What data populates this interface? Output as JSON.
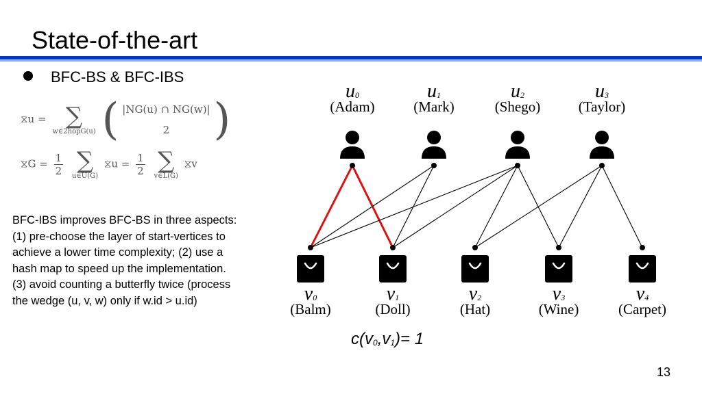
{
  "slide": {
    "title": "State-of-the-art",
    "bullet": "BFC-BS & BFC-IBS",
    "page_number": "13"
  },
  "colors": {
    "accent_rule": "#0033cc",
    "highlight_edge": "#dd1111"
  },
  "formulas": {
    "f1_lhs": "⧖u =",
    "f1_sum_sub": "w∈2hopG(u)",
    "f1_binom_top": "|NG(u) ∩ NG(w)|",
    "f1_binom_bottom": "2",
    "f2_lhs": "⧖G =",
    "f2_frac_num": "1",
    "f2_frac_den": "2",
    "f2_sum1_sub": "u∈U(G)",
    "f2_term1": "⧖u =",
    "f2_sum2_sub": "v∈L(G)",
    "f2_term2": "⧖v"
  },
  "description": [
    "BFC-IBS improves BFC-BS in three aspects:",
    "(1) pre-choose the layer of start-vertices to",
    "achieve a lower time complexity; (2) use a",
    "hash map to speed up the implementation.",
    "(3) avoid counting a butterfly twice (process",
    "the wedge (u, v, w) only if w.id > u.id)"
  ],
  "graph": {
    "upper": [
      {
        "sym": "u",
        "sub": "0",
        "name": "(Adam)",
        "icon": "user-icon"
      },
      {
        "sym": "u",
        "sub": "1",
        "name": "(Mark)",
        "icon": "user-icon"
      },
      {
        "sym": "u",
        "sub": "2",
        "name": "(Shego)",
        "icon": "user-icon"
      },
      {
        "sym": "u",
        "sub": "3",
        "name": "(Taylor)",
        "icon": "user-icon"
      }
    ],
    "lower": [
      {
        "sym": "v",
        "sub": "0",
        "name": "(Balm)",
        "icon": "shopping-bag-icon"
      },
      {
        "sym": "v",
        "sub": "1",
        "name": "(Doll)",
        "icon": "shopping-bag-icon"
      },
      {
        "sym": "v",
        "sub": "2",
        "name": "(Hat)",
        "icon": "shopping-bag-icon"
      },
      {
        "sym": "v",
        "sub": "3",
        "name": "(Wine)",
        "icon": "shopping-bag-icon"
      },
      {
        "sym": "v",
        "sub": "4",
        "name": "(Carpet)",
        "icon": "shopping-bag-icon"
      }
    ],
    "edges": [
      {
        "u": 0,
        "v": 0,
        "highlight": true
      },
      {
        "u": 0,
        "v": 1,
        "highlight": true
      },
      {
        "u": 1,
        "v": 0,
        "highlight": false
      },
      {
        "u": 1,
        "v": 1,
        "highlight": false
      },
      {
        "u": 2,
        "v": 0,
        "highlight": false
      },
      {
        "u": 2,
        "v": 1,
        "highlight": false
      },
      {
        "u": 2,
        "v": 2,
        "highlight": false
      },
      {
        "u": 2,
        "v": 3,
        "highlight": false
      },
      {
        "u": 3,
        "v": 2,
        "highlight": false
      },
      {
        "u": 3,
        "v": 3,
        "highlight": false
      },
      {
        "u": 3,
        "v": 4,
        "highlight": false
      }
    ],
    "count_formula": {
      "prefix": "c(v",
      "sub0": "0",
      "sep": ",v",
      "sub1": "1",
      "suffix": ")= 1"
    }
  }
}
